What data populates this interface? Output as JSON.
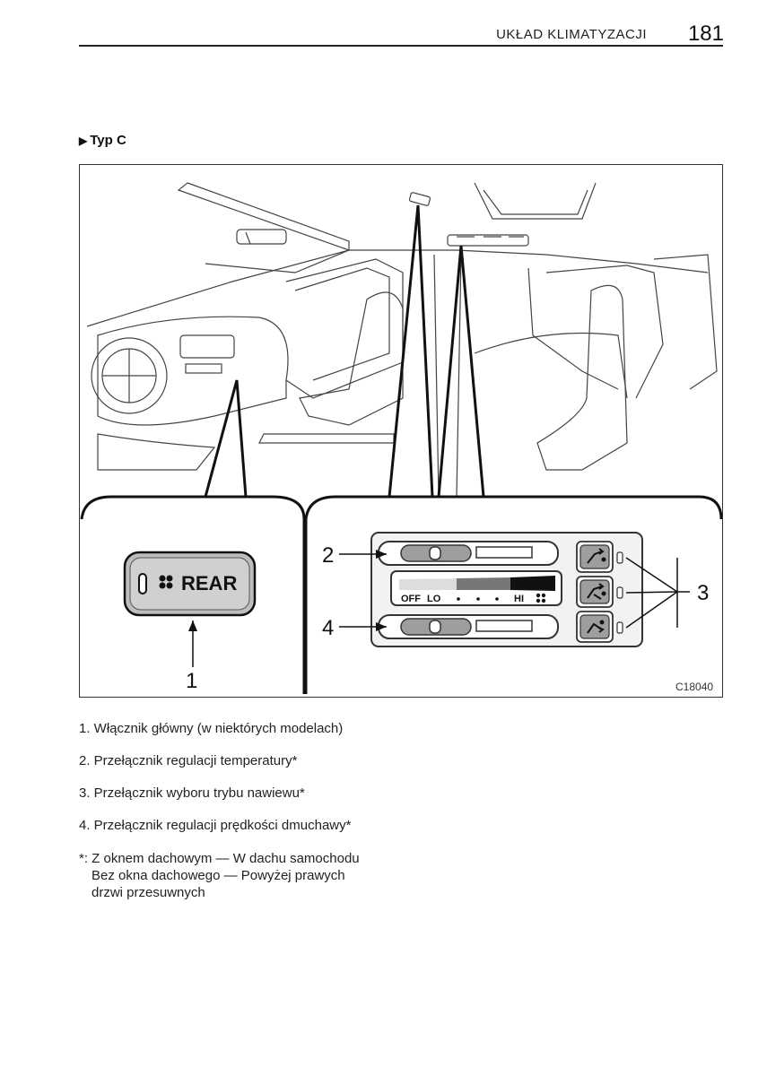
{
  "header": {
    "section": "UKŁAD KLIMATYZACJI",
    "page_number": "181"
  },
  "subheading": "Typ C",
  "figure": {
    "code": "C18040",
    "rear_switch_label": "REAR",
    "fan_scale": {
      "off": "OFF",
      "lo": "LO",
      "hi": "HI"
    },
    "callouts": {
      "main_switch": "1",
      "temperature": "2",
      "mode": "3",
      "fan_speed": "4"
    }
  },
  "captions": [
    "1. Włącznik główny (w niektórych modelach)",
    "2. Przełącznik regulacji temperatury*",
    "3. Przełącznik wyboru trybu nawiewu*",
    "4. Przełącznik regulacji prędkości dmuchawy*"
  ],
  "note": {
    "line1": "*: Z oknem dachowym — W dachu samochodu",
    "line2": "Bez okna dachowego — Powyżej prawych",
    "line3": "drzwi przesuwnych"
  },
  "icons": [
    "play-triangle-icon",
    "fan-icon",
    "vent-face-icon",
    "vent-bilevel-icon",
    "vent-foot-icon"
  ]
}
